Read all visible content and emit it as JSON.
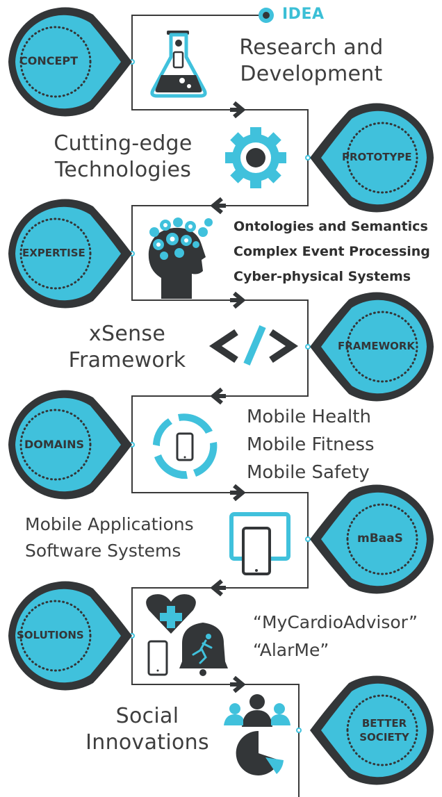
{
  "start_label": "IDEA",
  "colors": {
    "accent": "#40c1dc",
    "dark": "#333638",
    "line": "#3a3a3a"
  },
  "stages": [
    {
      "badge": "CONCEPT",
      "lines": [
        "Research and",
        "Development"
      ],
      "icon": "flask-icon"
    },
    {
      "badge": "PROTOTYPE",
      "lines": [
        "Cutting-edge",
        "Technologies"
      ],
      "icon": "gear-icon"
    },
    {
      "badge": "EXPERTISE",
      "lines": [
        "Ontologies and Semantics",
        "Complex Event Processing",
        "Cyber-physical Systems"
      ],
      "icon": "head-gears-icon"
    },
    {
      "badge": "FRAMEWORK",
      "lines": [
        "xSense",
        "Framework"
      ],
      "icon": "code-icon"
    },
    {
      "badge": "DOMAINS",
      "lines": [
        "Mobile Health",
        "Mobile Fitness",
        "Mobile Safety"
      ],
      "icon": "cycle-phone-icon"
    },
    {
      "badge": "mBaaS",
      "lines": [
        "Mobile Applications",
        "Software Systems"
      ],
      "icon": "devices-icon"
    },
    {
      "badge": "SOLUTIONS",
      "lines": [
        "“MyCardioAdvisor”",
        "“AlarMe”"
      ],
      "icon": "heart-bell-icon"
    },
    {
      "badge_lines": [
        "BETTER",
        "SOCIETY"
      ],
      "lines": [
        "Social",
        "Innovations"
      ],
      "icon": "people-chart-icon"
    }
  ]
}
